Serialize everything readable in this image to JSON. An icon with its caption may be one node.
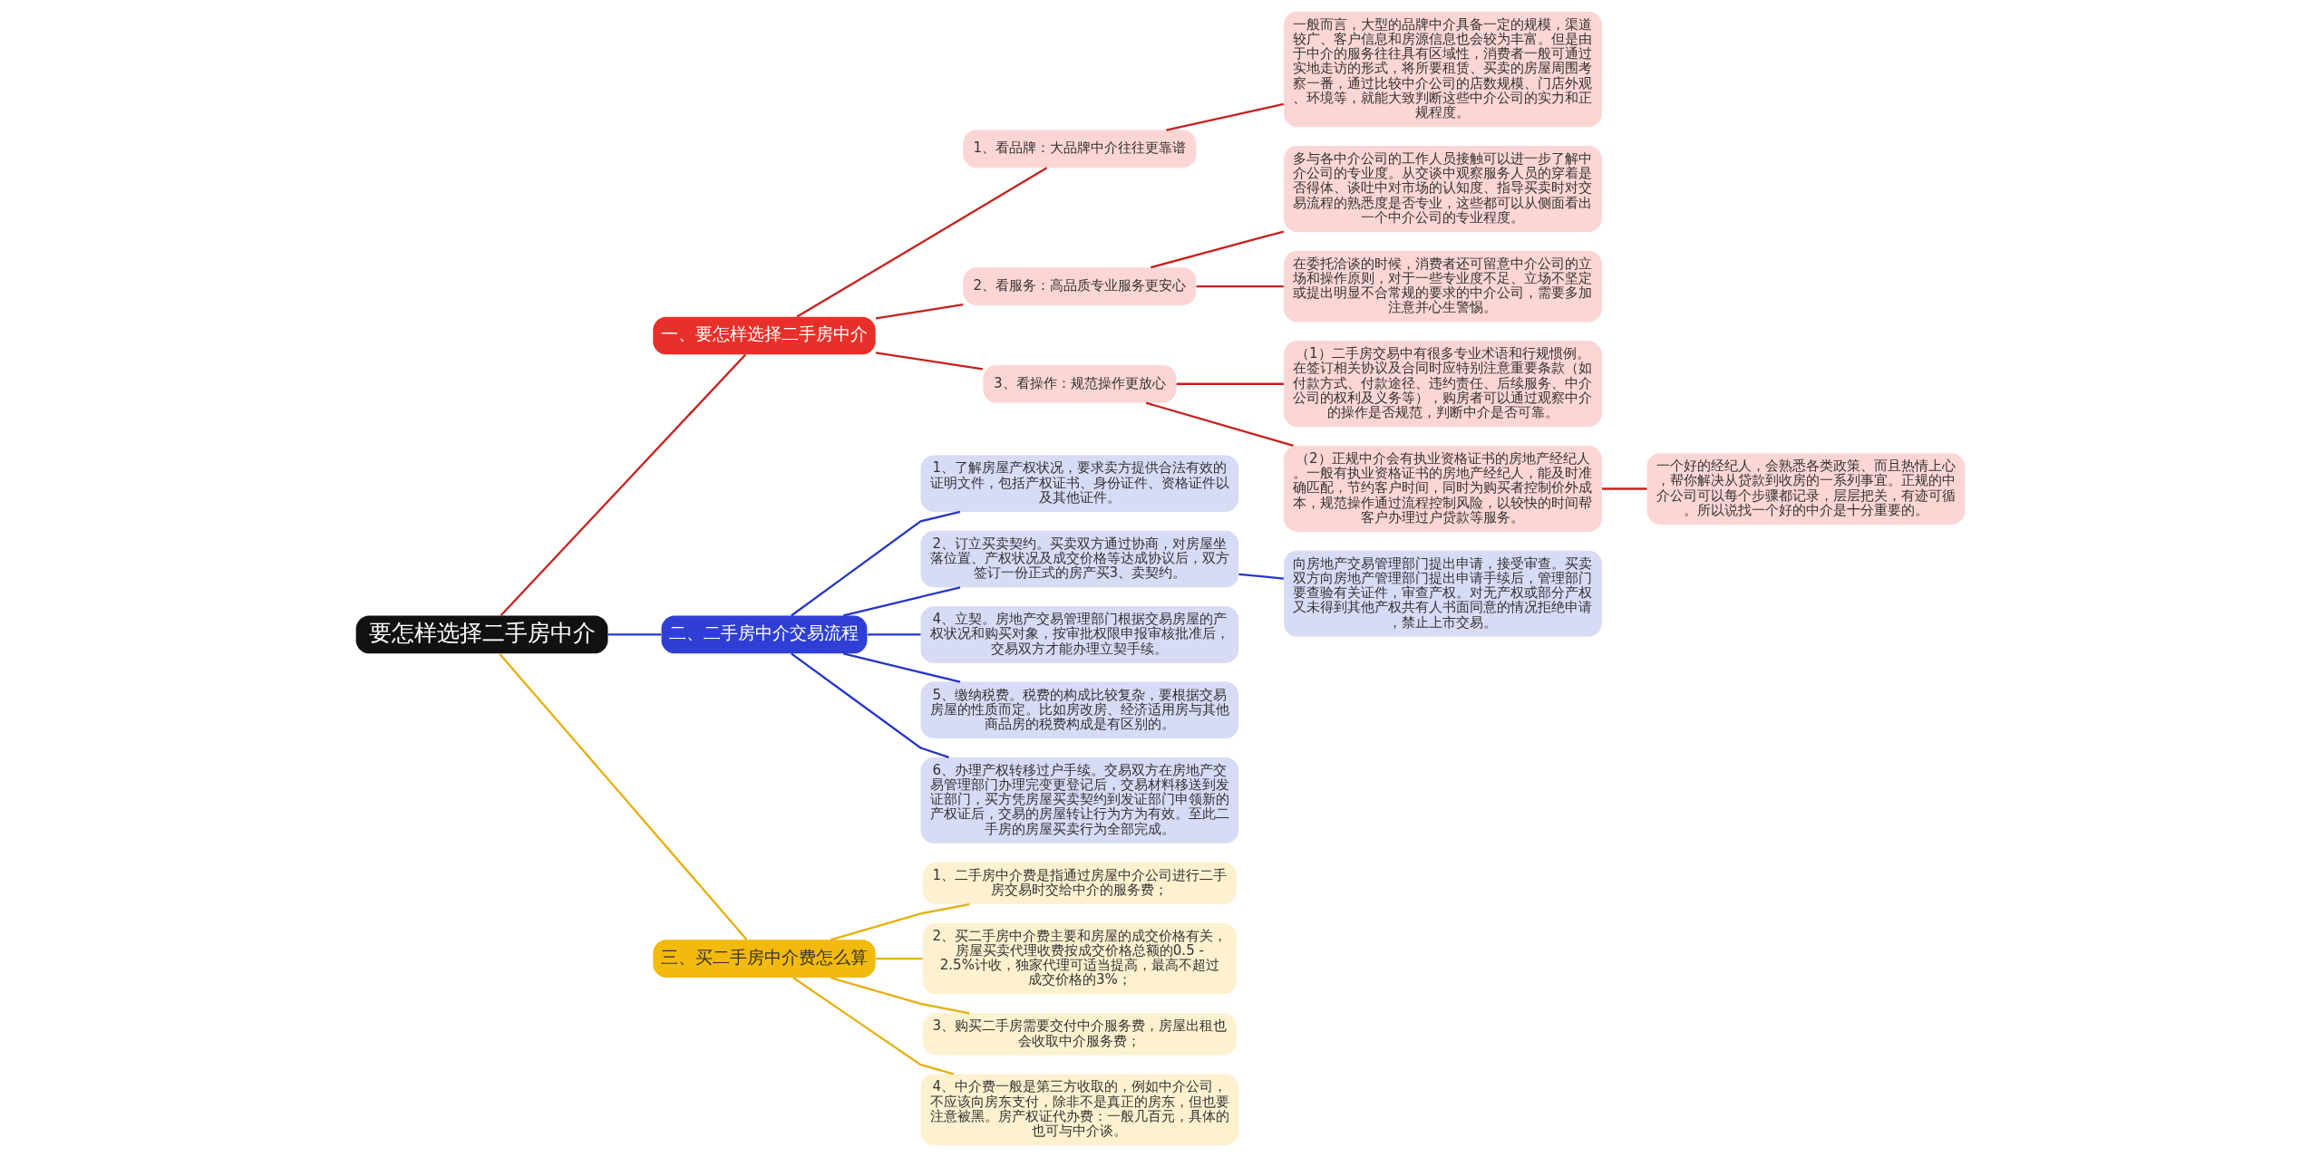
{
  "diagram": {
    "nodes": [
      {
        "text": [
          "要怎样选择二手房中介"
        ]
      },
      {
        "text": [
          "一、要怎样选择二手房中介"
        ]
      },
      {
        "text": [
          "1、看品牌：大品牌中介往往更靠谱"
        ]
      },
      {
        "text": [
          "一般而言，大型的品牌中介具备一定的规模，渠道较广、客户信息和房源信息也会较为丰富。但是由于中介的服务往往具有区域性，消费者一般可通过实地走访的形式，将所要租赁、买卖的房屋周围考察一番，通过比较中介公司的店数规模、门店外观、环境等，就能大致判断这些中介公司的实力和正规程度。"
        ]
      },
      {
        "text": [
          "2、看服务：高品质专业服务更安心"
        ]
      },
      {
        "text": [
          "多与各中介公司的工作人员接触可以进一步了解中介公司的专业度。从交谈中观察服务人员的穿着是否得体、谈吐中对市场的认知度、指导买卖时对交易流程的熟悉度是否专业，这些都可以从侧面看出一个中介公司的专业程度。"
        ]
      },
      {
        "text": [
          "在委托洽谈的时候，消费者还可留意中介公司的立场和操作原则，对于一些专业度不足、立场不坚定或提出明显不合常规的要求的中介公司，需要多加注意并心生警惕。"
        ]
      },
      {
        "text": [
          "3、看操作：规范操作更放心"
        ]
      },
      {
        "text": [
          "（1）二手房交易中有很多专业术语和行规惯例。在签订相关协议及合同时应特别注意重要条款（如付款方式、付款途径、违约责任、后续服务、中介公司的权利及义务等），购房者可以通过观察中介的操作是否规范，判断中介是否可靠。"
        ]
      },
      {
        "text": [
          "（2）正规中介会有执业资格证书的房地产经纪人。一般有执业资格证书的房地产经纪人，能及时准确匹配，节约客户时间，同时为购买者控制价外成本，规范操作通过流程控制风险，以较快的时间帮客户办理过户贷款等服务。"
        ]
      },
      {
        "text": [
          "一个好的经纪人，会熟悉各类政策、而且热情上心，帮你解决从贷款到收房的一系列事宜。正规的中介公司可以每个步骤都记录，层层把关，有迹可循。所以说找一个好的中介是十分重要的。"
        ]
      },
      {
        "text": [
          "二、二手房中介交易流程"
        ]
      },
      {
        "text": [
          "1、了解房屋产权状况，要求卖方提供合法有效的证明文件，包括产权证书、身份证件、资格证件以及其他证件。"
        ]
      },
      {
        "text": [
          "2、订立买卖契约。买卖双方通过协商，对房屋坐落位置、产权状况及成交价格等达成协议后，双方签订一份正式的房产买3、卖契约。"
        ]
      },
      {
        "text": [
          "向房地产交易管理部门提出申请，接受审查。买卖双方向房地产管理部门提出申请手续后，管理部门要查验有关证件，审查产权。对无产权或部分产权又未得到其他产权共有人书面同意的情况拒绝申请，禁止上市交易。"
        ]
      },
      {
        "text": [
          "4、立契。房地产交易管理部门根据交易房屋的产权状况和购买对象，按审批权限申报审核批准后，交易双方才能办理立契手续。"
        ]
      },
      {
        "text": [
          "5、缴纳税费。税费的构成比较复杂，要根据交易房屋的性质而定。比如房改房、经济适用房与其他商品房的税费构成是有区别的。"
        ]
      },
      {
        "text": [
          "6、办理产权转移过户手续。交易双方在房地产交易管理部门办理完变更登记后，交易材料移送到发证部门，买方凭房屋买卖契约到发证部门申领新的产权证后，交易的房屋转让行为方为有效。至此二手房的房屋买卖行为全部完成。"
        ]
      },
      {
        "text": [
          "三、买二手房中介费怎么算"
        ]
      },
      {
        "text": [
          "1、二手房中介费是指通过房屋中介公司进行二手房交易时交给中介的服务费；"
        ]
      },
      {
        "text": [
          "2、买二手房中介费主要和房屋的成交价格有关，房屋买卖代理收费按成交价格总额的0.5 - 2.5%计收，独家代理可适当提高，最高不超过成交价格的3%；"
        ]
      },
      {
        "text": [
          "3、购买二手房需要交付中介服务费，房屋出租也会收取中介服务费；"
        ]
      },
      {
        "text": [
          "4、中介费一般是第三方收取的，例如中介公司，不应该向房东支付，除非不是真正的房东，但也要注意被黑。房产权证代办费：一般几百元，具体的也可与中介谈。"
        ]
      }
    ],
    "edges": [
      {
        "from": 0,
        "to": 1,
        "arrow": "none",
        "color": "#c8201c"
      },
      {
        "from": 1,
        "to": 2,
        "arrow": "none",
        "color": "#c8201c"
      },
      {
        "from": 2,
        "to": 3,
        "arrow": "none",
        "color": "#c8201c"
      },
      {
        "from": 1,
        "to": 4,
        "arrow": "none",
        "color": "#c8201c"
      },
      {
        "from": 4,
        "to": 5,
        "arrow": "none",
        "color": "#c8201c"
      },
      {
        "from": 4,
        "to": 6,
        "arrow": "none",
        "color": "#c8201c"
      },
      {
        "from": 1,
        "to": 7,
        "arrow": "none",
        "color": "#c8201c"
      },
      {
        "from": 7,
        "to": 8,
        "arrow": "none",
        "color": "#c8201c"
      },
      {
        "from": 7,
        "to": 9,
        "arrow": "none",
        "color": "#c8201c"
      },
      {
        "from": 9,
        "to": 10,
        "arrow": "none",
        "color": "#c8201c"
      },
      {
        "from": 0,
        "to": 11,
        "arrow": "none",
        "color": "#2436c8"
      },
      {
        "from": 11,
        "to": 12,
        "arrow": "none",
        "color": "#2436c8"
      },
      {
        "from": 11,
        "to": 13,
        "arrow": "none",
        "color": "#2436c8"
      },
      {
        "from": 13,
        "to": 14,
        "arrow": "none",
        "color": "#2436c8"
      },
      {
        "from": 11,
        "to": 15,
        "arrow": "none",
        "color": "#2436c8"
      },
      {
        "from": 11,
        "to": 16,
        "arrow": "none",
        "color": "#2436c8"
      },
      {
        "from": 11,
        "to": 17,
        "arrow": "none",
        "color": "#2436c8"
      },
      {
        "from": 0,
        "to": 18,
        "arrow": "none",
        "color": "#e6b00e"
      },
      {
        "from": 18,
        "to": 19,
        "arrow": "none",
        "color": "#e6b00e"
      },
      {
        "from": 18,
        "to": 20,
        "arrow": "none",
        "color": "#e6b00e"
      },
      {
        "from": 18,
        "to": 21,
        "arrow": "none",
        "color": "#e6b00e"
      },
      {
        "from": 18,
        "to": 22,
        "arrow": "none",
        "color": "#e6b00e"
      }
    ]
  }
}
